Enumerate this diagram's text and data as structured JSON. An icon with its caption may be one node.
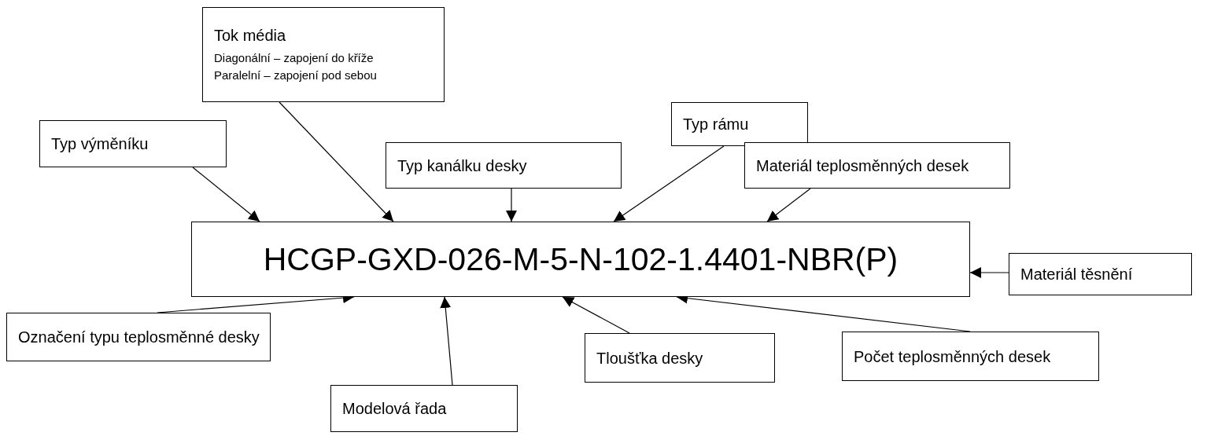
{
  "diagram": {
    "nodes": [
      {
        "text": [
          "HCGP-GXD-026-M-5-N-102-1.4401-NBR(P)"
        ]
      },
      {
        "text": [
          "Typ výměníku"
        ]
      },
      {
        "text": [
          "Tok média",
          "Diagonální – zapojení do kříže",
          "Paralelní – zapojení pod sebou"
        ]
      },
      {
        "text": [
          "Typ kanálku desky"
        ]
      },
      {
        "text": [
          "Typ rámu"
        ]
      },
      {
        "text": [
          "Materiál teplosměnných desek"
        ]
      },
      {
        "text": [
          "Materiál těsnění"
        ]
      },
      {
        "text": [
          "Označení typu teplosměnné desky"
        ]
      },
      {
        "text": [
          "Modelová řada"
        ]
      },
      {
        "text": [
          "Tloušťka desky"
        ]
      },
      {
        "text": [
          "Počet teplosměnných desek"
        ]
      }
    ],
    "edges": [
      {
        "from": 1,
        "to": 0,
        "arrow": "to"
      },
      {
        "from": 2,
        "to": 0,
        "arrow": "to"
      },
      {
        "from": 3,
        "to": 0,
        "arrow": "to"
      },
      {
        "from": 4,
        "to": 0,
        "arrow": "to"
      },
      {
        "from": 5,
        "to": 0,
        "arrow": "to"
      },
      {
        "from": 6,
        "to": 0,
        "arrow": "to"
      },
      {
        "from": 7,
        "to": 0,
        "arrow": "to"
      },
      {
        "from": 8,
        "to": 0,
        "arrow": "to"
      },
      {
        "from": 9,
        "to": 0,
        "arrow": "to"
      },
      {
        "from": 10,
        "to": 0,
        "arrow": "to"
      }
    ]
  }
}
